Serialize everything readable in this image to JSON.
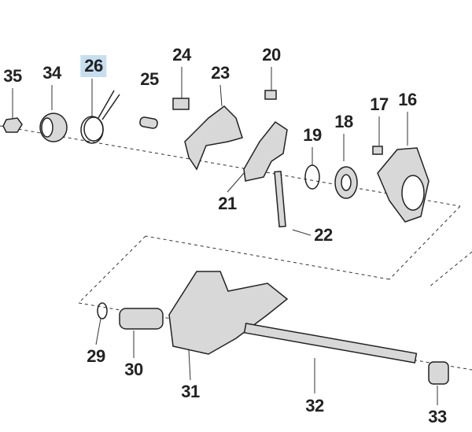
{
  "diagram": {
    "highlight_color": "#c5dff0",
    "highlighted_part": "26",
    "labels": [
      "35",
      "34",
      "26",
      "25",
      "24",
      "23",
      "20",
      "17",
      "16",
      "19",
      "18",
      "21",
      "22",
      "29",
      "30",
      "31",
      "32",
      "33"
    ]
  }
}
